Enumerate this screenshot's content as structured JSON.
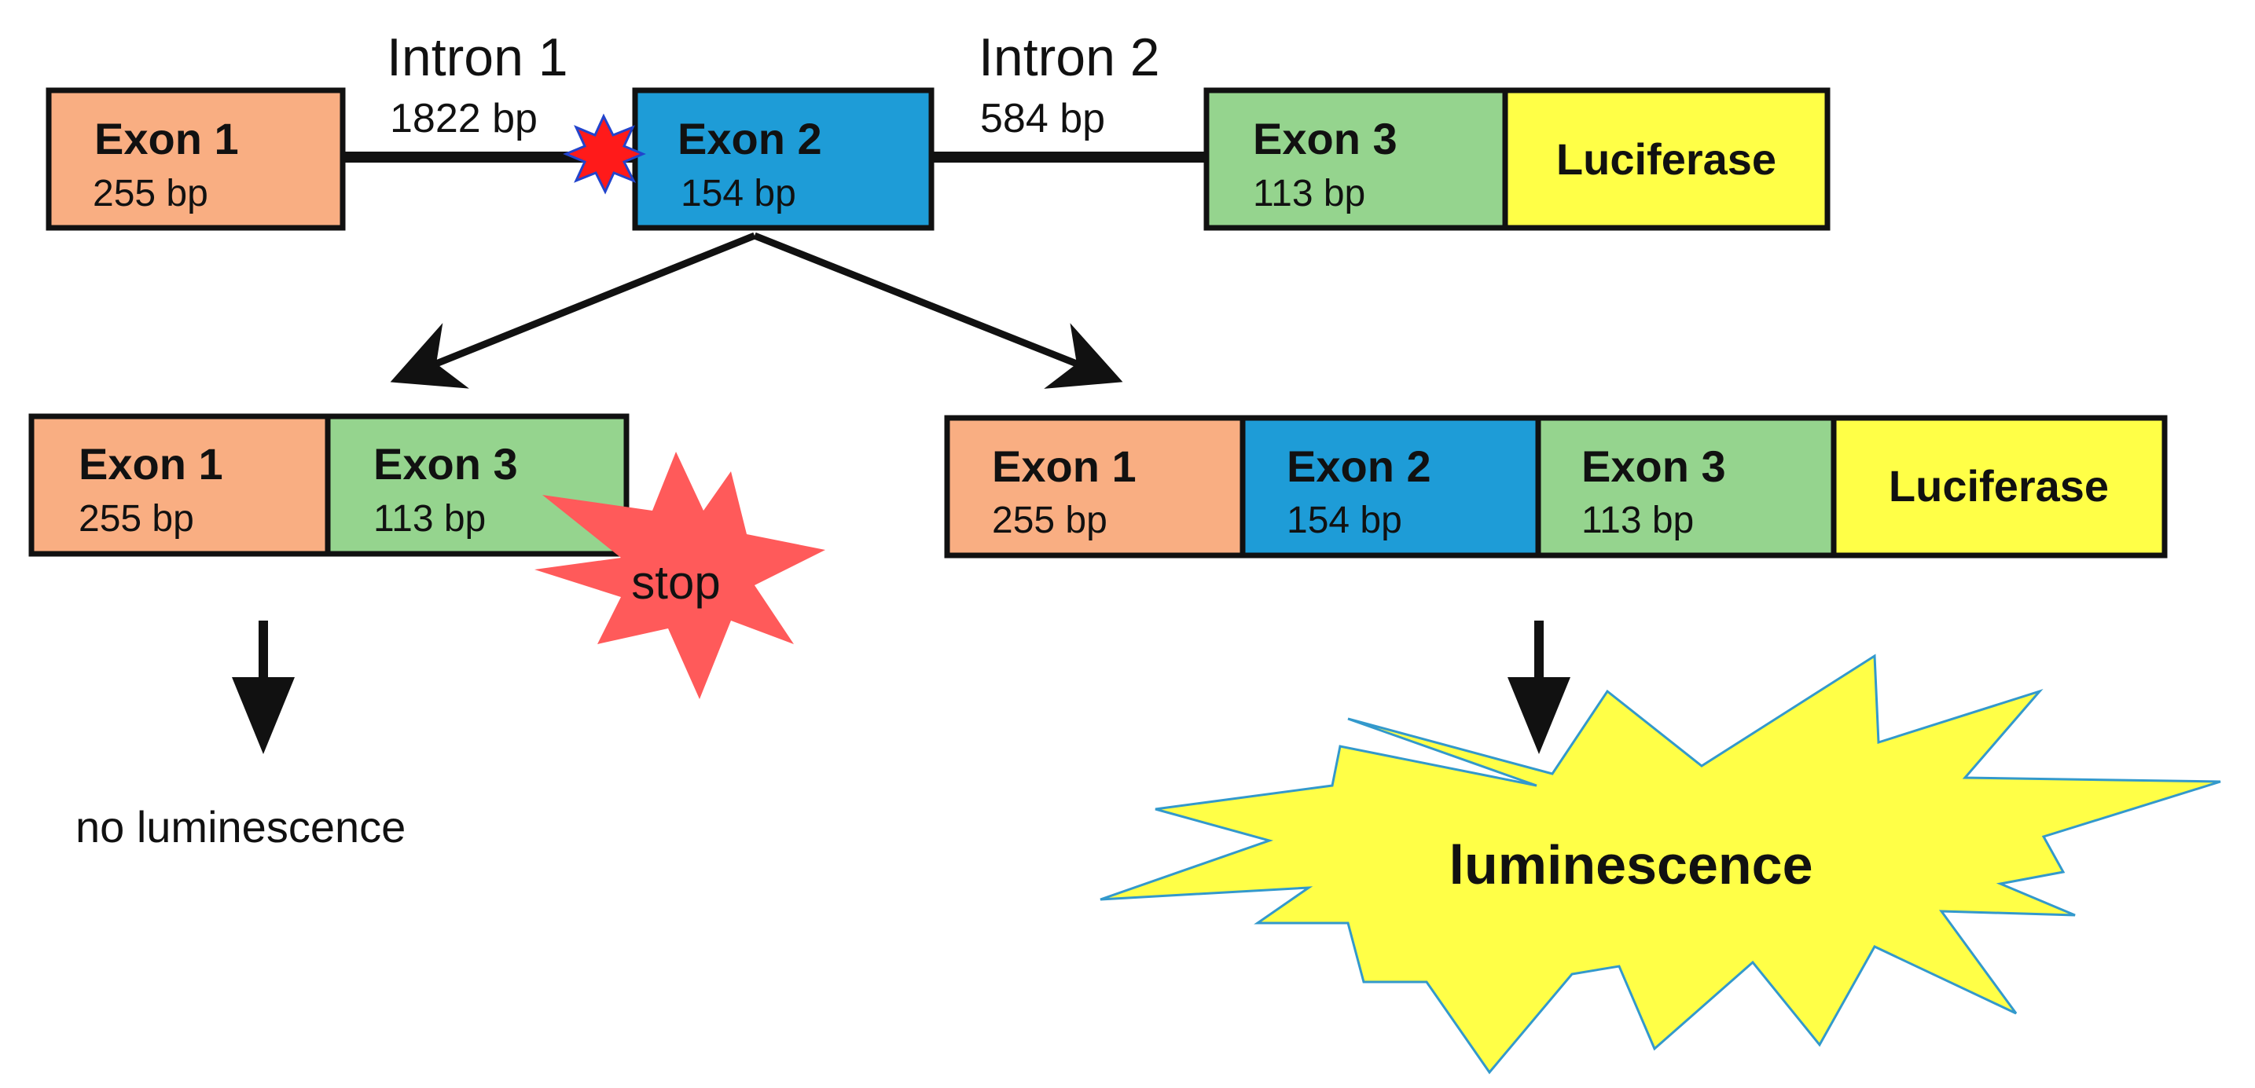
{
  "colors": {
    "exon1": "#F9AE82",
    "exon2": "#1E9CD7",
    "exon3": "#95D48E",
    "luciferase": "#FFFF47",
    "stop_burst": "#FF5A5A",
    "mutation_burst": "#FF1A1A",
    "mutation_outline": "#2244CC",
    "luminescence_burst": "#FFFF47",
    "luminescence_outline": "#3399CC"
  },
  "gene": {
    "exon1": {
      "name": "Exon 1",
      "size": "255 bp"
    },
    "intron1": {
      "name": "Intron 1",
      "size": "1822 bp"
    },
    "exon2": {
      "name": "Exon 2",
      "size": "154 bp"
    },
    "intron2": {
      "name": "Intron 2",
      "size": "584 bp"
    },
    "exon3": {
      "name": "Exon 3",
      "size": "113 bp"
    },
    "luciferase": {
      "name": "Luciferase"
    }
  },
  "skipped_transcript": {
    "exon1": {
      "name": "Exon 1",
      "size": "255 bp"
    },
    "exon3": {
      "name": "Exon 3",
      "size": "113 bp"
    },
    "stop_label": "stop",
    "outcome": "no luminescence"
  },
  "full_transcript": {
    "exon1": {
      "name": "Exon 1",
      "size": "255 bp"
    },
    "exon2": {
      "name": "Exon 2",
      "size": "154 bp"
    },
    "exon3": {
      "name": "Exon 3",
      "size": "113 bp"
    },
    "luciferase": {
      "name": "Luciferase"
    },
    "outcome": "luminescence"
  },
  "icons": {
    "mutation": "starburst-icon",
    "stop": "starburst-icon",
    "luminescence": "starburst-icon"
  }
}
